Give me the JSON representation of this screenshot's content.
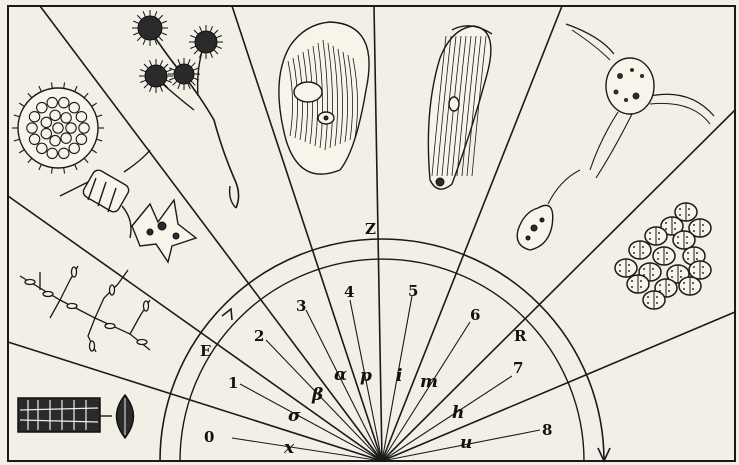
{
  "arc_labels": {
    "Z": "Z",
    "E": "E",
    "R": "R"
  },
  "number_labels": [
    "0",
    "1",
    "2",
    "3",
    "4",
    "5",
    "6",
    "7",
    "8"
  ],
  "greek_labels": [
    "x",
    "σ",
    "β",
    "α",
    "p",
    "i",
    "m",
    "h",
    "u"
  ],
  "icons": {
    "diatom_band": "diatom-colony-icon",
    "diatom_lens": "navicula-diatom-icon",
    "branching_colony": "branching-colony-icon",
    "pediastrum": "pediastrum-icon",
    "desmid": "desmid-icon",
    "chain_diatom": "chain-diatom-icon",
    "stalked_ciliates": "stalked-ciliate-icon",
    "paramecium": "paramecium-icon",
    "stentor": "ciliate-icon",
    "flagellate_round": "flagellate-icon",
    "flagellate_small": "small-flagellate-icon",
    "cell_cluster": "cell-cluster-icon"
  }
}
